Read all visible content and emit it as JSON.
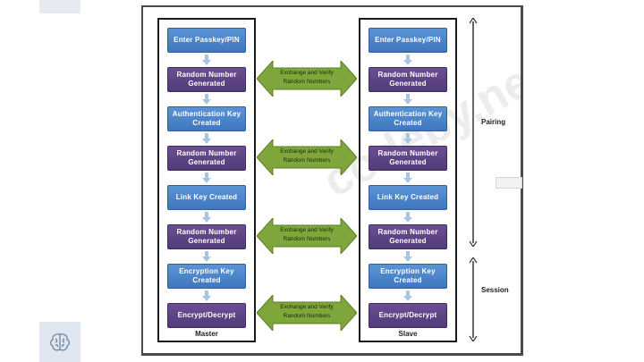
{
  "diagram": {
    "master": {
      "label": "Master",
      "blocks": [
        {
          "text": "Enter Passkey/PIN",
          "color": "blue"
        },
        {
          "text": "Random Number Generated",
          "color": "purple"
        },
        {
          "text": "Authentication Key Created",
          "color": "blue"
        },
        {
          "text": "Random Number Generated",
          "color": "purple"
        },
        {
          "text": "Link Key Created",
          "color": "blue"
        },
        {
          "text": "Random Number Generated",
          "color": "purple"
        },
        {
          "text": "Encryption Key Created",
          "color": "blue"
        },
        {
          "text": "Encrypt/Decrypt",
          "color": "purple"
        }
      ]
    },
    "slave": {
      "label": "Slave",
      "blocks": [
        {
          "text": "Enter Passkey/PIN",
          "color": "blue"
        },
        {
          "text": "Random Number Generated",
          "color": "purple"
        },
        {
          "text": "Authentication Key Created",
          "color": "blue"
        },
        {
          "text": "Random Number Generated",
          "color": "purple"
        },
        {
          "text": "Link Key Created",
          "color": "blue"
        },
        {
          "text": "Random Number Generated",
          "color": "purple"
        },
        {
          "text": "Encryption Key Created",
          "color": "blue"
        },
        {
          "text": "Encrypt/Decrypt",
          "color": "purple"
        }
      ]
    },
    "exchanges": [
      "Exchange and Verify Random Numbers",
      "Exchange and Verify Random Numbers",
      "Exchange and Verify Random Numbers",
      "Exchange and Verify Random Numbers"
    ],
    "phases": {
      "pairing": "Pairing",
      "session": "Session"
    },
    "watermark": "codeby.net",
    "colors": {
      "blue_block": "#4a86cc",
      "purple_block": "#5e4485",
      "exchange_arrow": "#7ea63a",
      "connector_arrow": "#a9c3e3"
    }
  },
  "icons": {
    "brain_tile": "brain-icon"
  }
}
